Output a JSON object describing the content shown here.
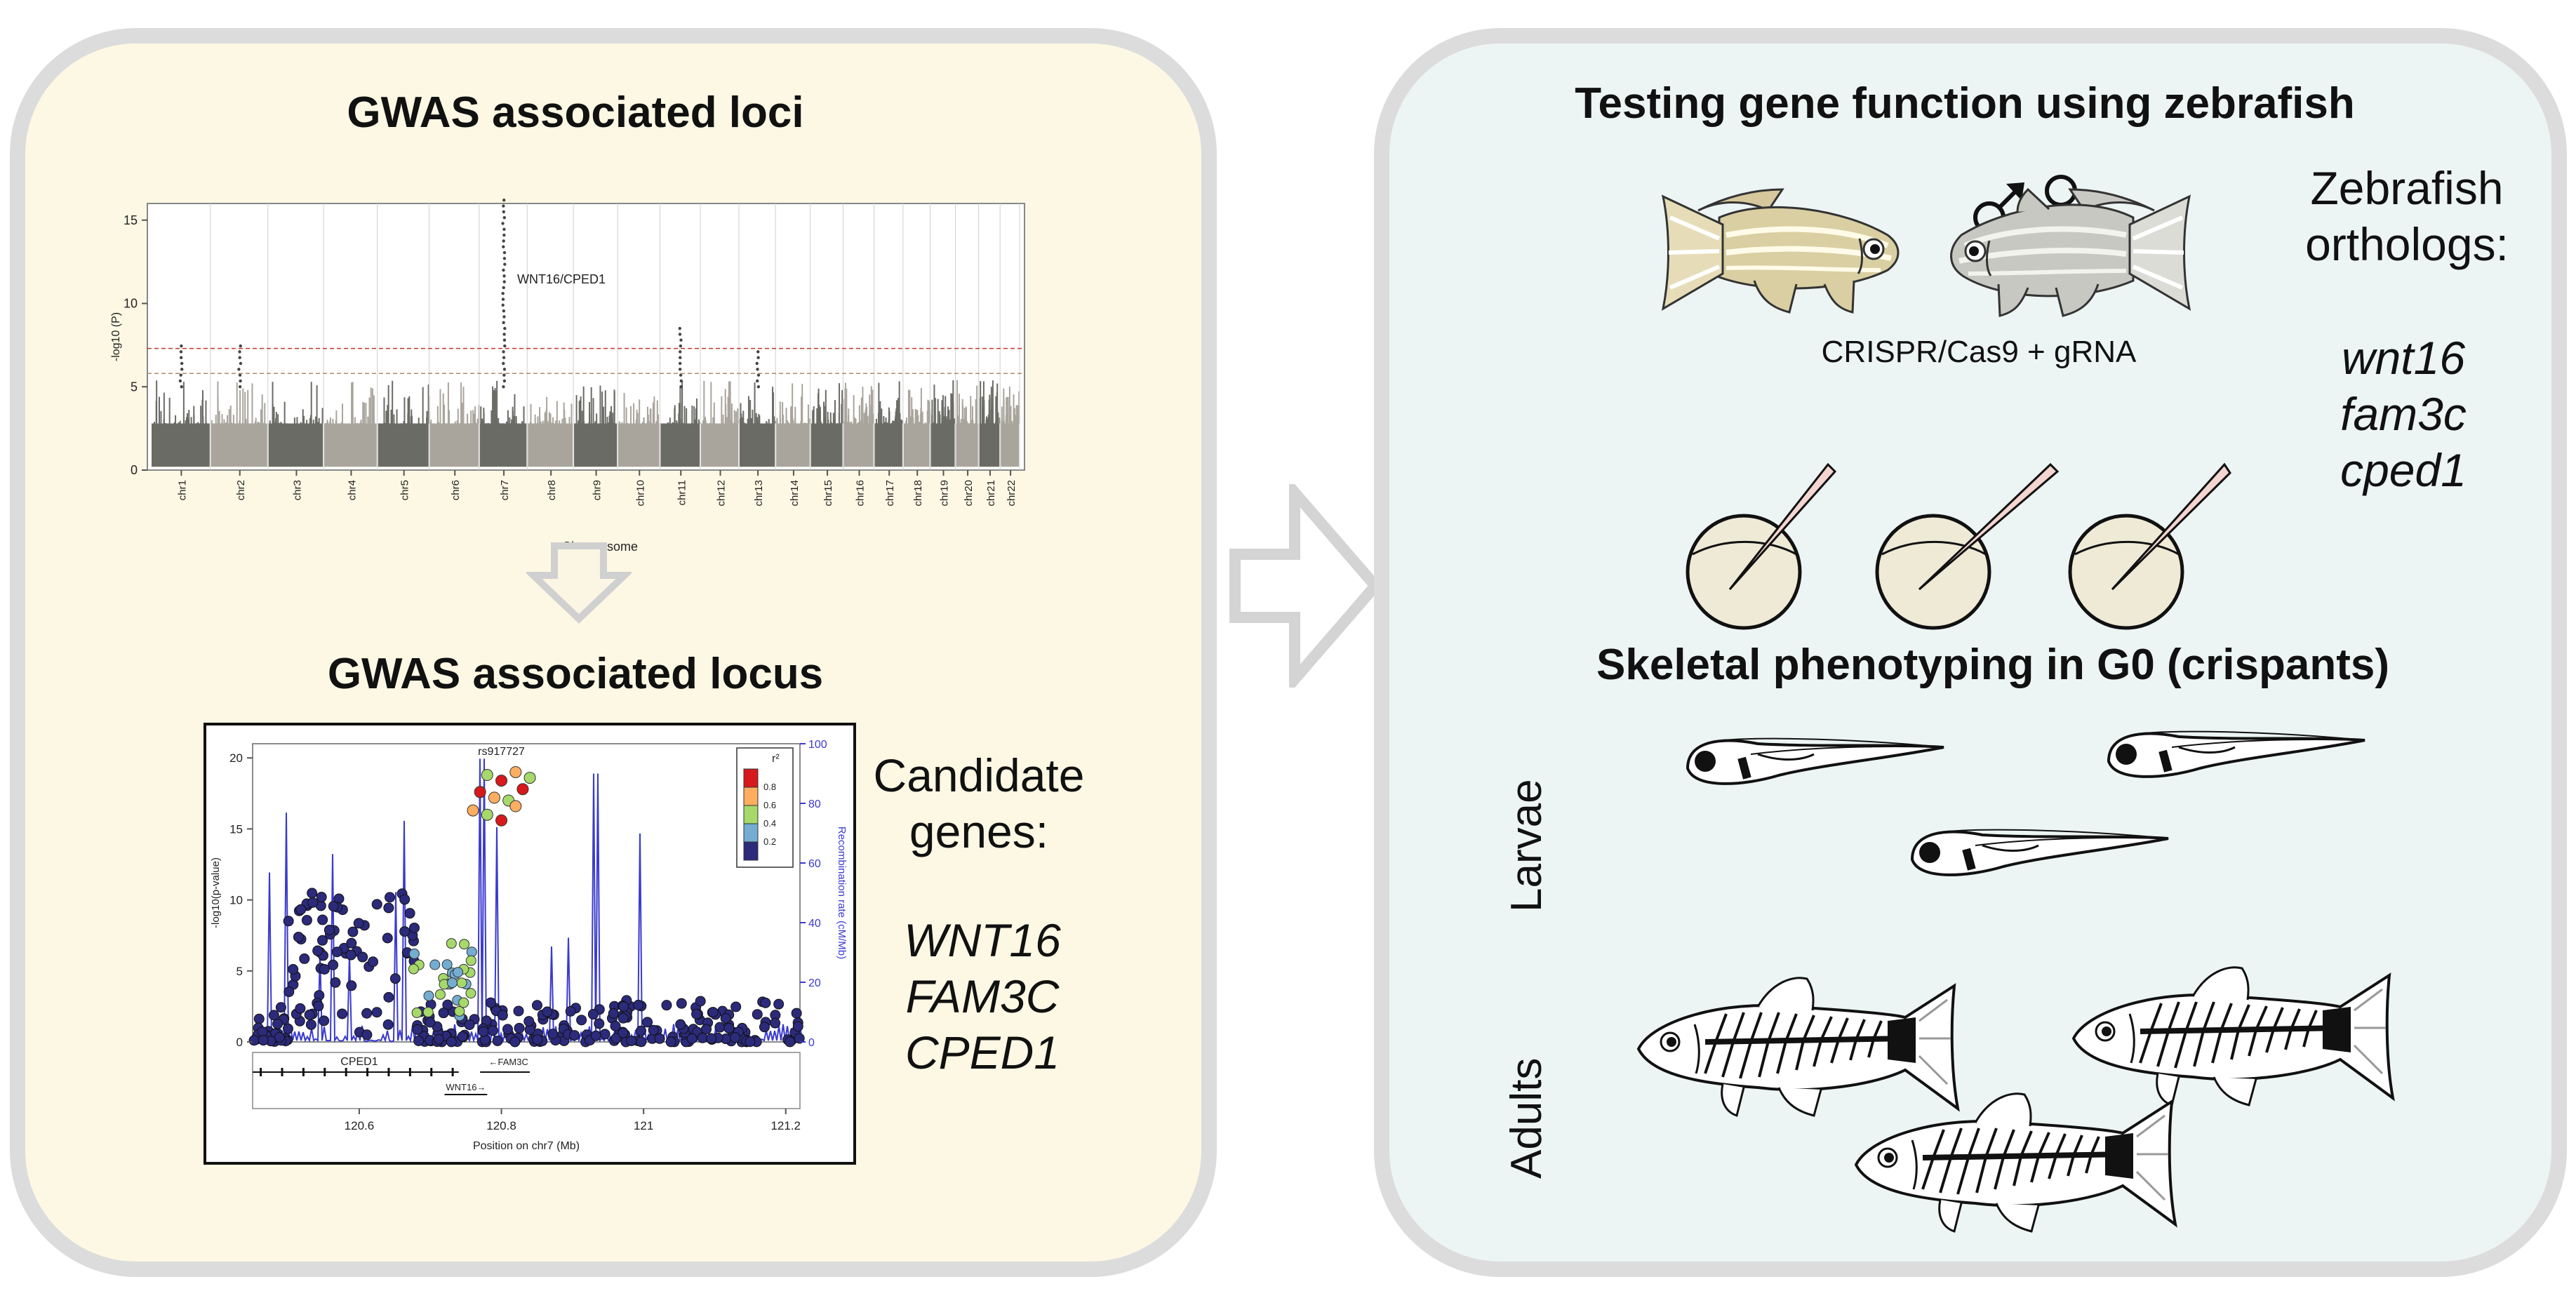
{
  "left": {
    "title_loci": "GWAS associated loci",
    "title_locus": "GWAS associated locus",
    "candidate_label": "Candidate genes:",
    "candidate_genes": [
      "WNT16",
      "FAM3C",
      "CPED1"
    ]
  },
  "right": {
    "title": "Testing gene function using zebrafish",
    "orthologs_label": "Zebrafish orthologs:",
    "orthologs": [
      "wnt16",
      "fam3c",
      "cped1"
    ],
    "crispr_label": "CRISPR/Cas9 + gRNA",
    "phenotyping_title": "Skeletal phenotyping in G0 (crispants)",
    "larvae_label": "Larvae",
    "adults_label": "Adults"
  },
  "chart_data": [
    {
      "type": "scatter",
      "title": "",
      "xlabel": "Chromosome",
      "ylabel": "-log10 (P)",
      "categories": [
        "chr1",
        "chr2",
        "chr3",
        "chr4",
        "chr5",
        "chr6",
        "chr7",
        "chr8",
        "chr9",
        "chr10",
        "chr11",
        "chr12",
        "chr13",
        "chr14",
        "chr15",
        "chr16",
        "chr17",
        "chr18",
        "chr19",
        "chr20",
        "chr21",
        "chr22"
      ],
      "yticks": [
        0,
        5,
        10,
        15
      ],
      "ylim": [
        0,
        16
      ],
      "thresholds": [
        5.8,
        7.3
      ],
      "annotation": "WNT16/CPED1",
      "peaks": [
        {
          "chr": "chr1",
          "y": 7.6
        },
        {
          "chr": "chr2",
          "y": 7.5
        },
        {
          "chr": "chr7",
          "y": 16.2
        },
        {
          "chr": "chr11",
          "y": 8.8
        },
        {
          "chr": "chr13",
          "y": 7.2
        }
      ]
    },
    {
      "type": "scatter",
      "title": "",
      "xlabel": "Position on chr7 (Mb)",
      "ylabel": "-log10(p-value)",
      "y2label": "Recombination rate (cM/Mb)",
      "xticks": [
        120.6,
        120.8,
        121,
        121.2
      ],
      "xlim": [
        120.45,
        121.22
      ],
      "yticks": [
        0,
        5,
        10,
        15,
        20
      ],
      "ylim": [
        0,
        21
      ],
      "y2ticks": [
        0,
        20,
        40,
        60,
        80,
        100
      ],
      "lead_snp": "rs917727",
      "legend": {
        "title": "r²",
        "levels": [
          0.8,
          0.6,
          0.4,
          0.2
        ],
        "colors": [
          "#d7191c",
          "#fdae61",
          "#a6d96a",
          "#74add1",
          "#2c2a7a"
        ]
      },
      "genes": [
        "CPED1",
        "FAM3C",
        "WNT16"
      ],
      "high_ld_points": [
        {
          "x": 120.78,
          "y": 18.8
        },
        {
          "x": 120.8,
          "y": 18.4
        },
        {
          "x": 120.82,
          "y": 19.0
        },
        {
          "x": 120.84,
          "y": 18.6
        },
        {
          "x": 120.77,
          "y": 17.6
        },
        {
          "x": 120.79,
          "y": 17.2
        },
        {
          "x": 120.81,
          "y": 17.0
        },
        {
          "x": 120.83,
          "y": 17.8
        },
        {
          "x": 120.76,
          "y": 16.3
        },
        {
          "x": 120.78,
          "y": 16.0
        },
        {
          "x": 120.8,
          "y": 15.6
        },
        {
          "x": 120.82,
          "y": 16.6
        }
      ]
    }
  ]
}
